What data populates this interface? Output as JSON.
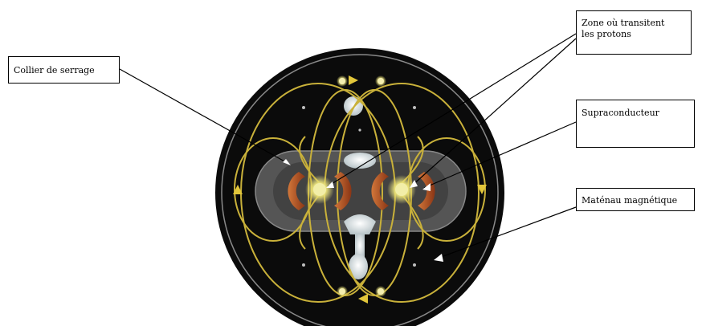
{
  "labels": {
    "collier": "Collier de serrage",
    "zone": "Zone où transitent\nles protons",
    "supra": "Supraconducteur",
    "materiau": "Maténau magnétique"
  },
  "colors": {
    "disk": "#0b0b0b",
    "disk_rim": "#8a8a8a",
    "collar": "#5a5a5a",
    "field_line": "#c9b13a",
    "coil": "#b5531e",
    "proton_zone": "#f2eea8",
    "pole_white": "#e6e6e6"
  }
}
